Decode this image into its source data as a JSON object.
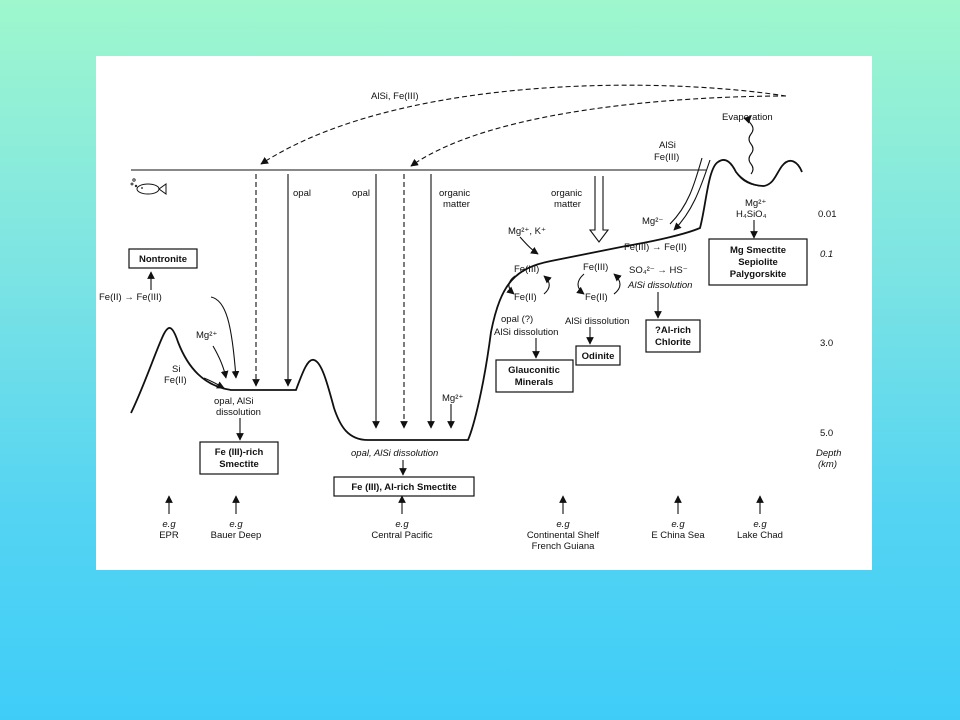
{
  "diagram": {
    "top_arrow_label": "AlSi, Fe(III)",
    "evaporation": "Evaporation",
    "alsi_fe_river": [
      "AlSi",
      "Fe(III)"
    ],
    "mg_lake": [
      "Mg²⁺",
      "H₄SiO₄"
    ],
    "opal_1": "opal",
    "opal_2": "opal",
    "organic_1": [
      "organic",
      "matter"
    ],
    "organic_2": [
      "organic",
      "matter"
    ],
    "mg_k": "Mg²⁺, K⁺",
    "mg_shelf": "Mg²⁻",
    "fe2_fe3_shelf": "Fe(III) → Fe(II)",
    "so4_hs": "SO₄²⁻ → HS⁻",
    "alsi_dissolution_it": "AlSi dissolution",
    "fe_cycle": [
      "Fe(III)",
      "Fe(II)"
    ],
    "fe_cycle_2": [
      "Fe(III)",
      "Fe(II)"
    ],
    "opal_q": "opal (?)",
    "alsi_dissolution_1": "AlSi dissolution",
    "alsi_dissolution_2": "AlSi dissolution",
    "fe_ridge": "Fe(II) → Fe(III)",
    "mg_ridge": "Mg²⁺",
    "si_fe": [
      "Si",
      "Fe(II)"
    ],
    "opal_alsi_diss": [
      "opal, AlSi",
      "dissolution"
    ],
    "opal_alsi_diss_pac": "opal, AlSi dissolution",
    "mg_pac": "Mg²⁺",
    "depths": [
      "0.01",
      "0.1",
      "3.0",
      "5.0"
    ],
    "depth_label": [
      "Depth",
      "(km)"
    ],
    "minerals": {
      "nontronite": "Nontronite",
      "fe3_smectite": [
        "Fe (III)-rich",
        "Smectite"
      ],
      "fe3_al_smectite": "Fe (III), Al-rich Smectite",
      "glauconitic": [
        "Glauconitic",
        "Minerals"
      ],
      "odinite": "Odinite",
      "al_chlorite": [
        "?Al-rich",
        "Chlorite"
      ],
      "mg_smectite": [
        "Mg Smectite",
        "Sepiolite",
        "Palygorskite"
      ]
    },
    "examples": [
      {
        "eg": "e.g",
        "name": [
          "EPR"
        ]
      },
      {
        "eg": "e.g",
        "name": [
          "Bauer Deep"
        ]
      },
      {
        "eg": "e.g",
        "name": [
          "Central Pacific"
        ]
      },
      {
        "eg": "e.g",
        "name": [
          "Continental Shelf",
          "French Guiana"
        ]
      },
      {
        "eg": "e.g",
        "name": [
          "E China Sea"
        ]
      },
      {
        "eg": "e.g",
        "name": [
          "Lake Chad"
        ]
      }
    ]
  }
}
